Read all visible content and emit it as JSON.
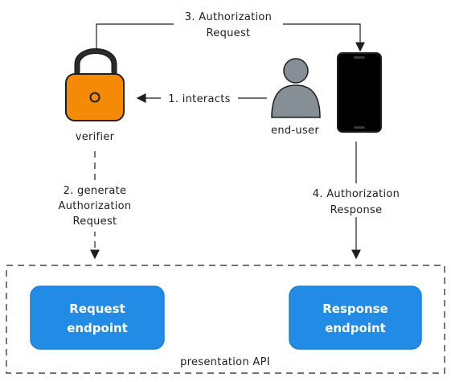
{
  "labels": {
    "step3_line1": "3. Authorization",
    "step3_line2": "Request",
    "step1": "1. interacts",
    "step2_line1": "2. generate",
    "step2_line2": "Authorization",
    "step2_line3": "Request",
    "step4_line1": "4. Authorization",
    "step4_line2": "Response",
    "verifier": "verifier",
    "end_user": "end-user",
    "presentation_api": "presentation API"
  },
  "boxes": {
    "request_endpoint_line1": "Request",
    "request_endpoint_line2": "endpoint",
    "response_endpoint_line1": "Response",
    "response_endpoint_line2": "endpoint"
  },
  "colors": {
    "lock": "#f58a07",
    "box": "#228be6",
    "person": "#868e96",
    "phone": "#000000",
    "stroke": "#1e1e1e"
  },
  "icons": {
    "verifier": "lock-icon",
    "end_user": "person-icon",
    "device": "smartphone-icon"
  }
}
